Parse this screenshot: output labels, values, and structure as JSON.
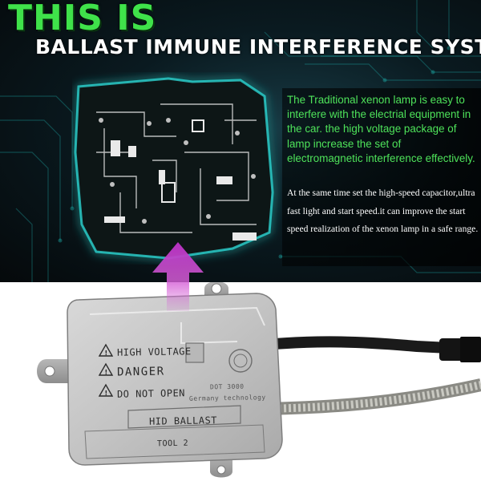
{
  "header": {
    "title": "THIS IS",
    "subtitle": "BALLAST IMMUNE INTERFERENCE SYSTEM"
  },
  "description": {
    "paragraph_1": "The Traditional xenon lamp is easy to interfere with the electrial equipment in the car. the high voltage package of lamp increase the set of electromagnetic interference effectively.",
    "paragraph_2": "At the same time set the high-speed capacitor,ultra fast light and start speed.it can improve the start speed realization of the xenon lamp in a safe range."
  },
  "product": {
    "label_high_voltage": "HIGH VOLTAGE",
    "label_danger": "DANGER",
    "label_do_not_open": "DO NOT OPEN",
    "label_hid_ballast": "HID BALLAST",
    "label_tool": "TOOL 2",
    "label_dot": "DOT 3000",
    "label_germany": "Germany technology"
  },
  "colors": {
    "title_green": "#3fe24a",
    "text_green": "#4ee35a",
    "arrow_magenta": "#c73cc9",
    "background_dark": "#0a1a20"
  },
  "icons": [
    "warning-triangle-icon",
    "up-arrow-icon",
    "circuit-board-image",
    "ballast-box-image",
    "cable-image"
  ]
}
